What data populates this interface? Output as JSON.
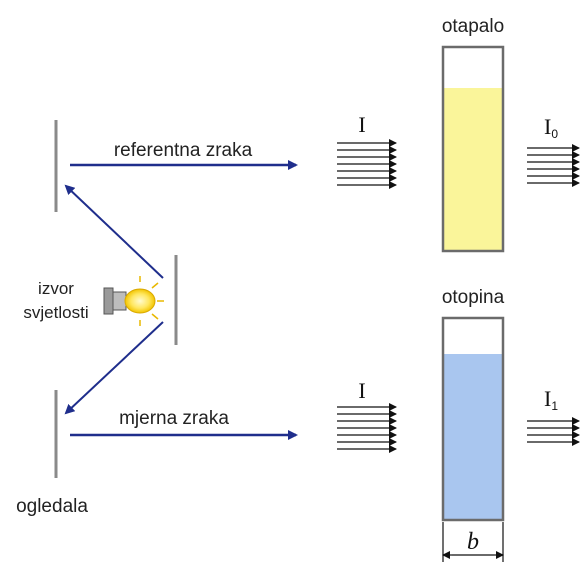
{
  "labels": {
    "solvent": "otapalo",
    "solution": "otopina",
    "reference_beam": "referentna zraka",
    "measuring_beam": "mjerna zraka",
    "source_line1": "izvor",
    "source_line2": "svjetlosti",
    "mirrors": "ogledala",
    "intensity_in_top": "I",
    "intensity_in_bottom": "I",
    "intensity_out_top": "I",
    "intensity_out_top_sub": "0",
    "intensity_out_bottom": "I",
    "intensity_out_bottom_sub": "1",
    "path_length": "b"
  },
  "colors": {
    "beam": "#1f2e8c",
    "solvent_fill": "#faf59a",
    "solution_fill": "#a9c6ef",
    "cuvette_border": "#6b6b6b",
    "mirror": "#8a8a8a"
  },
  "icons": {
    "light_source": "light-bulb-icon"
  }
}
